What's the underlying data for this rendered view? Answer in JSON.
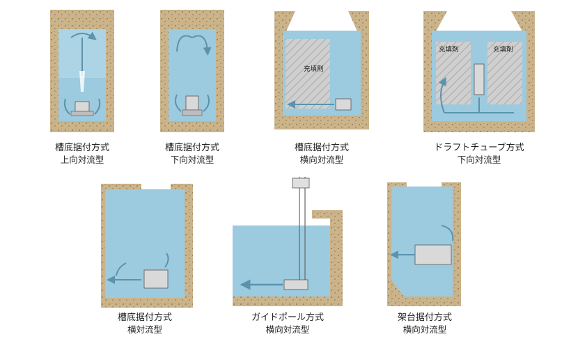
{
  "colors": {
    "soil": "#cbb48a",
    "soil_dot": "#7d6a4a",
    "water": "#9ccadf",
    "water_light": "#c6e2ee",
    "hatch": "#c9c9c9",
    "machine": "#d9d9d9",
    "arrow": "#5b93ad"
  },
  "panels": [
    {
      "id": "p1",
      "line1": "槽底据付方式",
      "line2": "上向対流型"
    },
    {
      "id": "p2",
      "line1": "槽底据付方式",
      "line2": "下向対流型"
    },
    {
      "id": "p3",
      "line1": "槽底据付方式",
      "line2": "横向対流型",
      "fill_label": "充填剤"
    },
    {
      "id": "p4",
      "line1": "ドラフトチューブ方式",
      "line2": "下向対流型",
      "fill_label_left": "充填剤",
      "fill_label_right": "充填剤"
    },
    {
      "id": "p5",
      "line1": "槽底据付方式",
      "line2": "横対流型"
    },
    {
      "id": "p6",
      "line1": "ガイドポール方式",
      "line2": "横向対流型"
    },
    {
      "id": "p7",
      "line1": "架台据付方式",
      "line2": "横向対流型"
    }
  ]
}
